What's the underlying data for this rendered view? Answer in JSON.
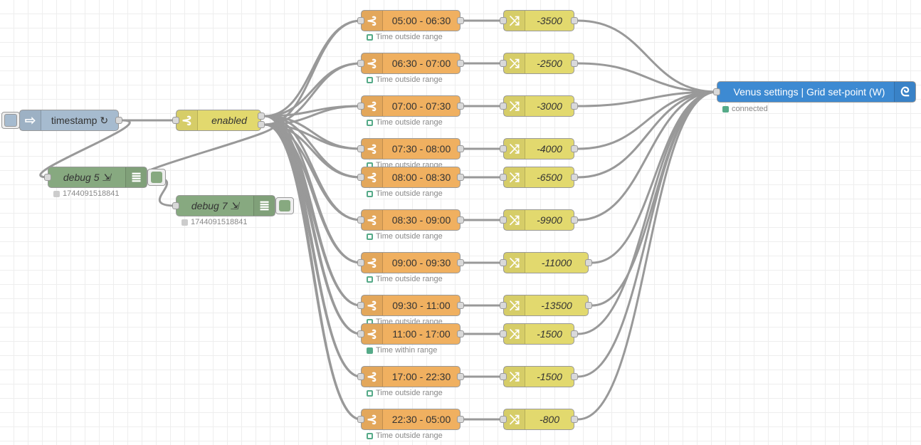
{
  "inject": {
    "label": "timestamp ↻",
    "icon": "arrow-right-icon"
  },
  "enabled_switch": {
    "label": "enabled",
    "icon": "switch-icon"
  },
  "debug_nodes": [
    {
      "label": "debug 5 ⇲",
      "status": "1744091518841"
    },
    {
      "label": "debug 7 ⇲",
      "status": "1744091518841"
    }
  ],
  "time_switches": [
    {
      "label": "05:00 - 06:30",
      "status": "Time outside range",
      "active": false,
      "value": "-3500"
    },
    {
      "label": "06:30 - 07:00",
      "status": "Time outside range",
      "active": false,
      "value": "-2500"
    },
    {
      "label": "07:00 - 07:30",
      "status": "Time outside range",
      "active": false,
      "value": "-3000"
    },
    {
      "label": "07:30 - 08:00",
      "status": "Time outside range",
      "active": false,
      "value": "-4000"
    },
    {
      "label": "08:00 - 08:30",
      "status": "Time outside range",
      "active": false,
      "value": "-6500"
    },
    {
      "label": "08:30 - 09:00",
      "status": "Time outside range",
      "active": false,
      "value": "-9900"
    },
    {
      "label": "09:00 - 09:30",
      "status": "Time outside range",
      "active": false,
      "value": "-11000"
    },
    {
      "label": "09:30 - 11:00",
      "status": "Time outside range",
      "active": false,
      "value": "-13500"
    },
    {
      "label": "11:00 - 17:00",
      "status": "Time within range",
      "active": true,
      "value": "-1500"
    },
    {
      "label": "17:00 - 22:30",
      "status": "Time outside range",
      "active": false,
      "value": "-1500"
    },
    {
      "label": "22:30 - 05:00",
      "status": "Time outside range",
      "active": false,
      "value": "-800"
    }
  ],
  "output_node": {
    "label": "Venus settings | Grid set-point (W)",
    "status": "connected",
    "icon": "victron-icon"
  },
  "colors": {
    "switch": "#f0b060",
    "change": "#e2d96e",
    "inject": "#a6bbcf",
    "debug": "#87a980",
    "victron": "#3d8ad2",
    "status_green": "#5a8"
  }
}
